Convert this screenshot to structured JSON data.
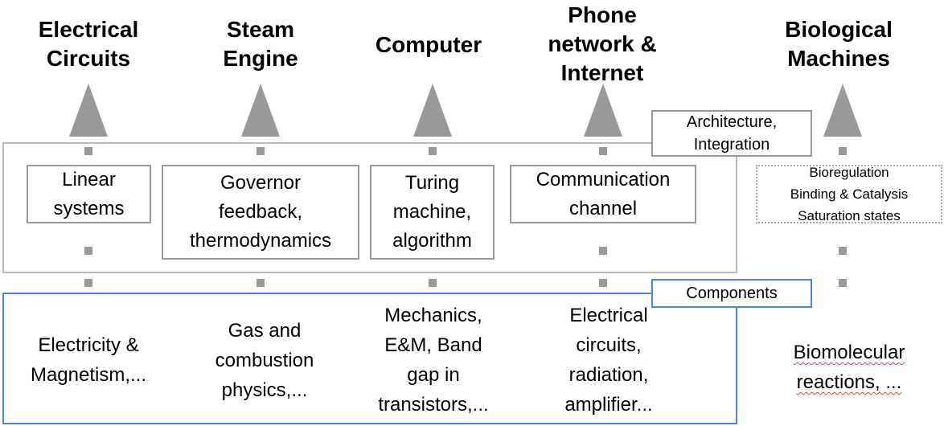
{
  "columns": [
    {
      "title": "Electrical\nCircuits",
      "theory": "Linear\nsystems",
      "components": "Electricity &\nMagnetism,..."
    },
    {
      "title": "Steam\nEngine",
      "theory": "Governor\nfeedback,\nthermodynamics",
      "components": "Gas and\ncombustion\nphysics,..."
    },
    {
      "title": "Computer",
      "theory": "Turing\nmachine,\nalgorithm",
      "components": "Mechanics,\nE&M, Band\ngap in\ntransistors,..."
    },
    {
      "title": "Phone\nnetwork &\nInternet",
      "theory": "Communication\nchannel",
      "components": "Electrical\ncircuits,\nradiation,\namplifier..."
    },
    {
      "title": "Biological\nMachines",
      "theory": "Bioregulation\nBinding & Catalysis\nSaturation states",
      "components": "Biomolecular\nreactions, ..."
    }
  ],
  "labels": {
    "architecture": "Architecture,\nIntegration",
    "components": "Components"
  },
  "colors": {
    "gray": "#999999",
    "blue": "#4a86e8",
    "squiggle": "#e04040"
  }
}
